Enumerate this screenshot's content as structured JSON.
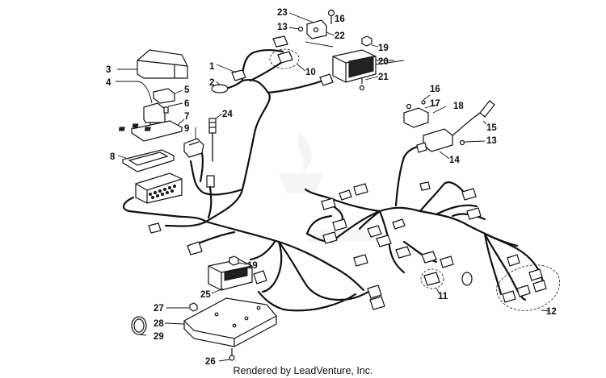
{
  "diagram": {
    "callouts": {
      "c1": "1",
      "c2": "2",
      "c3": "3",
      "c4": "4",
      "c5": "5",
      "c6": "6",
      "c7": "7",
      "c8": "8",
      "c9": "9",
      "c10": "10",
      "c11": "11",
      "c12": "12",
      "c13a": "13",
      "c13b": "13",
      "c14": "14",
      "c15": "15",
      "c16a": "16",
      "c16b": "16",
      "c17": "17",
      "c18": "18",
      "c19a": "19",
      "c19b": "19",
      "c20": "20",
      "c21": "21",
      "c22": "22",
      "c23": "23",
      "c24": "24",
      "c25": "25",
      "c26": "26",
      "c27": "27",
      "c28": "28",
      "c29": "29"
    },
    "footer": "Rendered by LeadVenture, Inc."
  }
}
